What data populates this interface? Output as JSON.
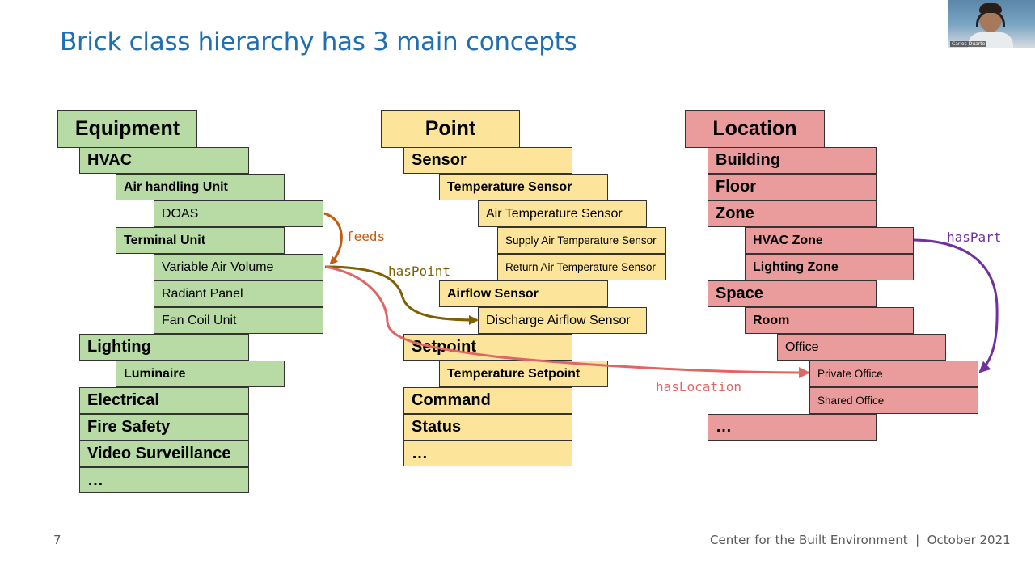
{
  "slide": {
    "title": "Brick class hierarchy has 3 main concepts",
    "page_number": "7",
    "footer_text": "Center for the Built Environment  |  October 2021",
    "webcam_name": "Carlos Duarte"
  },
  "equipment": {
    "header": "Equipment",
    "items": [
      "HVAC",
      "Air handling Unit",
      "DOAS",
      "Terminal Unit",
      "Variable Air Volume",
      "Radiant Panel",
      "Fan Coil Unit",
      "Lighting",
      "Luminaire",
      "Electrical",
      "Fire Safety",
      "Video Surveillance",
      "…"
    ]
  },
  "point": {
    "header": "Point",
    "items": [
      "Sensor",
      "Temperature Sensor",
      "Air Temperature Sensor",
      "Supply Air Temperature Sensor",
      "Return Air Temperature Sensor",
      "Airflow Sensor",
      "Discharge Airflow Sensor",
      "Setpoint",
      "Temperature Setpoint",
      "Command",
      "Status",
      "…"
    ]
  },
  "location": {
    "header": "Location",
    "items": [
      "Building",
      "Floor",
      "Zone",
      "HVAC Zone",
      "Lighting Zone",
      "Space",
      "Room",
      "Office",
      "Private Office",
      "Shared Office",
      "…"
    ]
  },
  "relationships": {
    "feeds": "feeds",
    "hasPoint": "hasPoint",
    "hasLocation": "hasLocation",
    "hasPart": "hasPart"
  },
  "colors": {
    "equipment": "#b8dba5",
    "point": "#fce59a",
    "location": "#ea9c9c",
    "feeds": "#c55a11",
    "hasPoint": "#7f6000",
    "hasLocation": "#e06666",
    "hasPart": "#7030a0",
    "title": "#1f6fb2"
  }
}
